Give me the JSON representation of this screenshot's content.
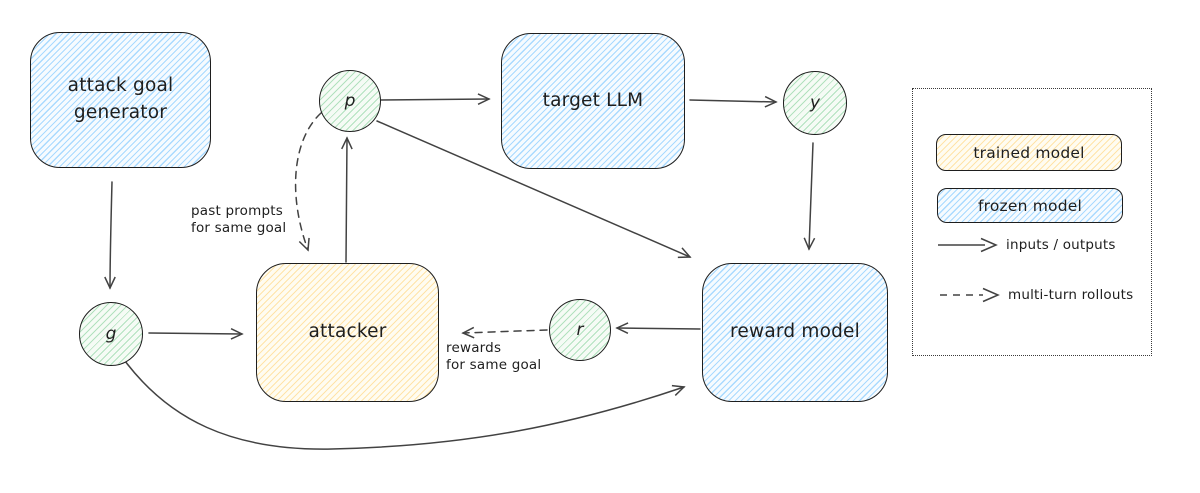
{
  "nodes": {
    "attack_goal_generator": {
      "label": "attack goal generator",
      "type": "frozen model"
    },
    "target_llm": {
      "label": "target LLM",
      "type": "frozen model"
    },
    "attacker": {
      "label": "attacker",
      "type": "trained model"
    },
    "reward_model": {
      "label": "reward model",
      "type": "frozen model"
    }
  },
  "variables": {
    "goal": "g",
    "prompt": "p",
    "response": "y",
    "reward": "r"
  },
  "edge_labels": {
    "past_prompts_line1": "past prompts",
    "past_prompts_line2": "for same goal",
    "rewards_line1": "rewards",
    "rewards_line2": "for same goal"
  },
  "legend": {
    "trained_model": "trained model",
    "frozen_model": "frozen model",
    "solid_arrow": "inputs / outputs",
    "dashed_arrow": "multi-turn rollouts"
  },
  "colors": {
    "trained_fill": "#ffec99",
    "frozen_fill": "#a5d8ff",
    "variable_fill": "#b2f2bb",
    "node_stroke": "#1e1e1e",
    "arrow": "#424242",
    "background": "#ffffff"
  }
}
